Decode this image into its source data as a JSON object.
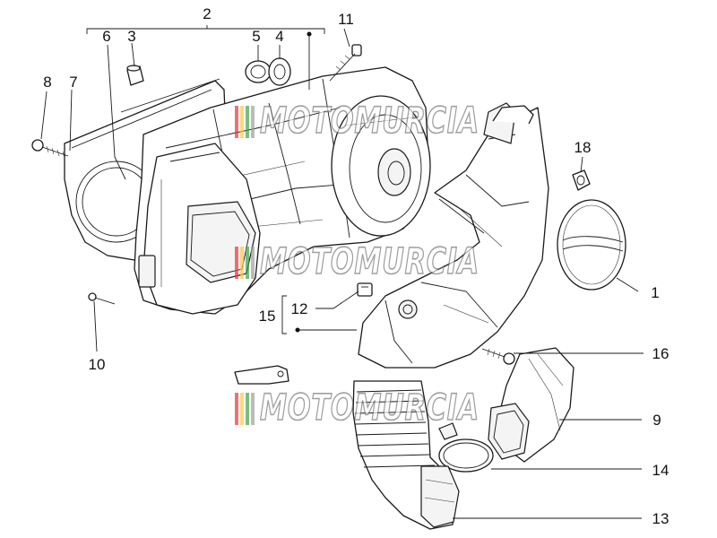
{
  "callouts": {
    "c1": "1",
    "c2": "2",
    "c3": "3",
    "c4": "4",
    "c5": "5",
    "c6": "6",
    "c7": "7",
    "c8": "8",
    "c9": "9",
    "c10": "10",
    "c11": "11",
    "c12": "12",
    "c13": "13",
    "c14": "14",
    "c15": "15",
    "c16": "16",
    "c18": "18"
  },
  "watermark": {
    "text": "MOTOMURCIA",
    "stripe_colors": [
      "#e53935",
      "#f9c74f",
      "#43a047",
      "#9e9e9e"
    ]
  }
}
